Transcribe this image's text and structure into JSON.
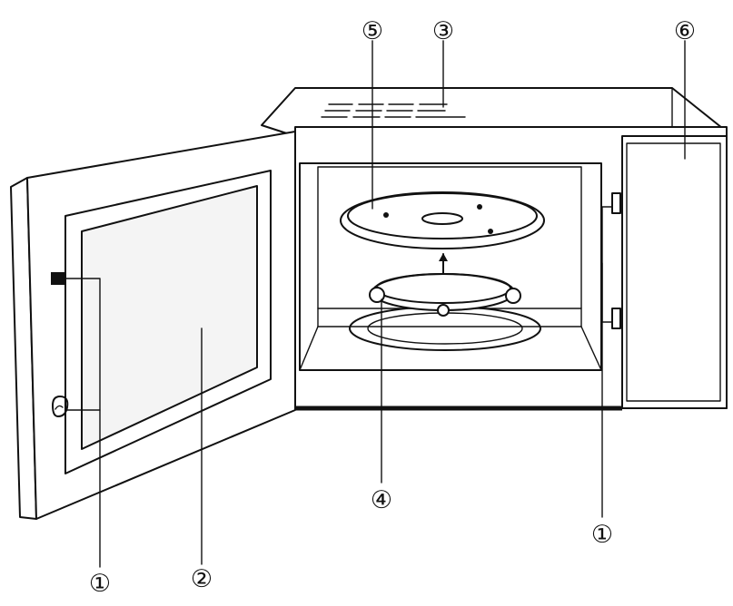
{
  "callouts": {
    "door_latch_left": "①",
    "door_window": "②",
    "waveguide_cover": "③",
    "roller_ring": "④",
    "turntable": "⑤",
    "control_panel": "⑥",
    "door_latch_right": "①"
  }
}
